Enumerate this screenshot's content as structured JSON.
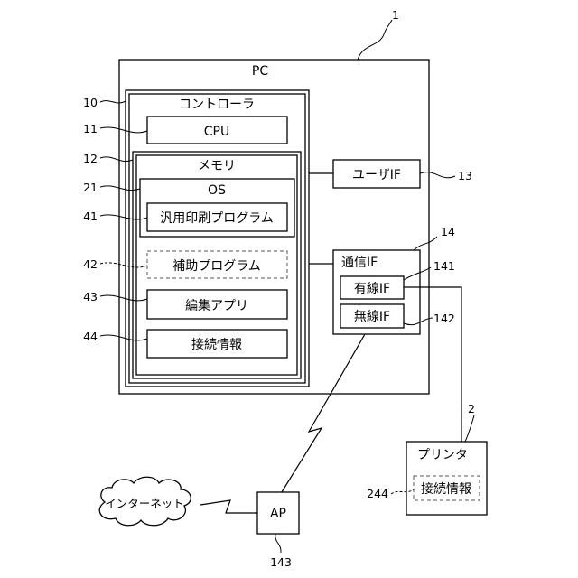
{
  "pc": {
    "number": "1",
    "label": "PC"
  },
  "controller": {
    "number": "10",
    "label": "コントローラ"
  },
  "cpu": {
    "number": "11",
    "label": "CPU"
  },
  "memory": {
    "number": "12",
    "label": "メモリ"
  },
  "user_if": {
    "number": "13",
    "label": "ユーザIF"
  },
  "os": {
    "number": "21",
    "label": "OS"
  },
  "generic_print_program": {
    "number": "41",
    "label": "汎用印刷プログラム"
  },
  "auxiliary_program": {
    "number": "42",
    "label": "補助プログラム"
  },
  "edit_app": {
    "number": "43",
    "label": "編集アプリ"
  },
  "connection_info": {
    "number": "44",
    "label": "接続情報"
  },
  "comm_if": {
    "number": "14",
    "label": "通信IF"
  },
  "wired_if": {
    "number": "141",
    "label": "有線IF"
  },
  "wireless_if": {
    "number": "142",
    "label": "無線IF"
  },
  "printer": {
    "number": "2",
    "label": "プリンタ"
  },
  "printer_connection_info": {
    "number": "244",
    "label": "接続情報"
  },
  "ap": {
    "number": "143",
    "label": "AP"
  },
  "internet": {
    "label": "インターネット"
  }
}
